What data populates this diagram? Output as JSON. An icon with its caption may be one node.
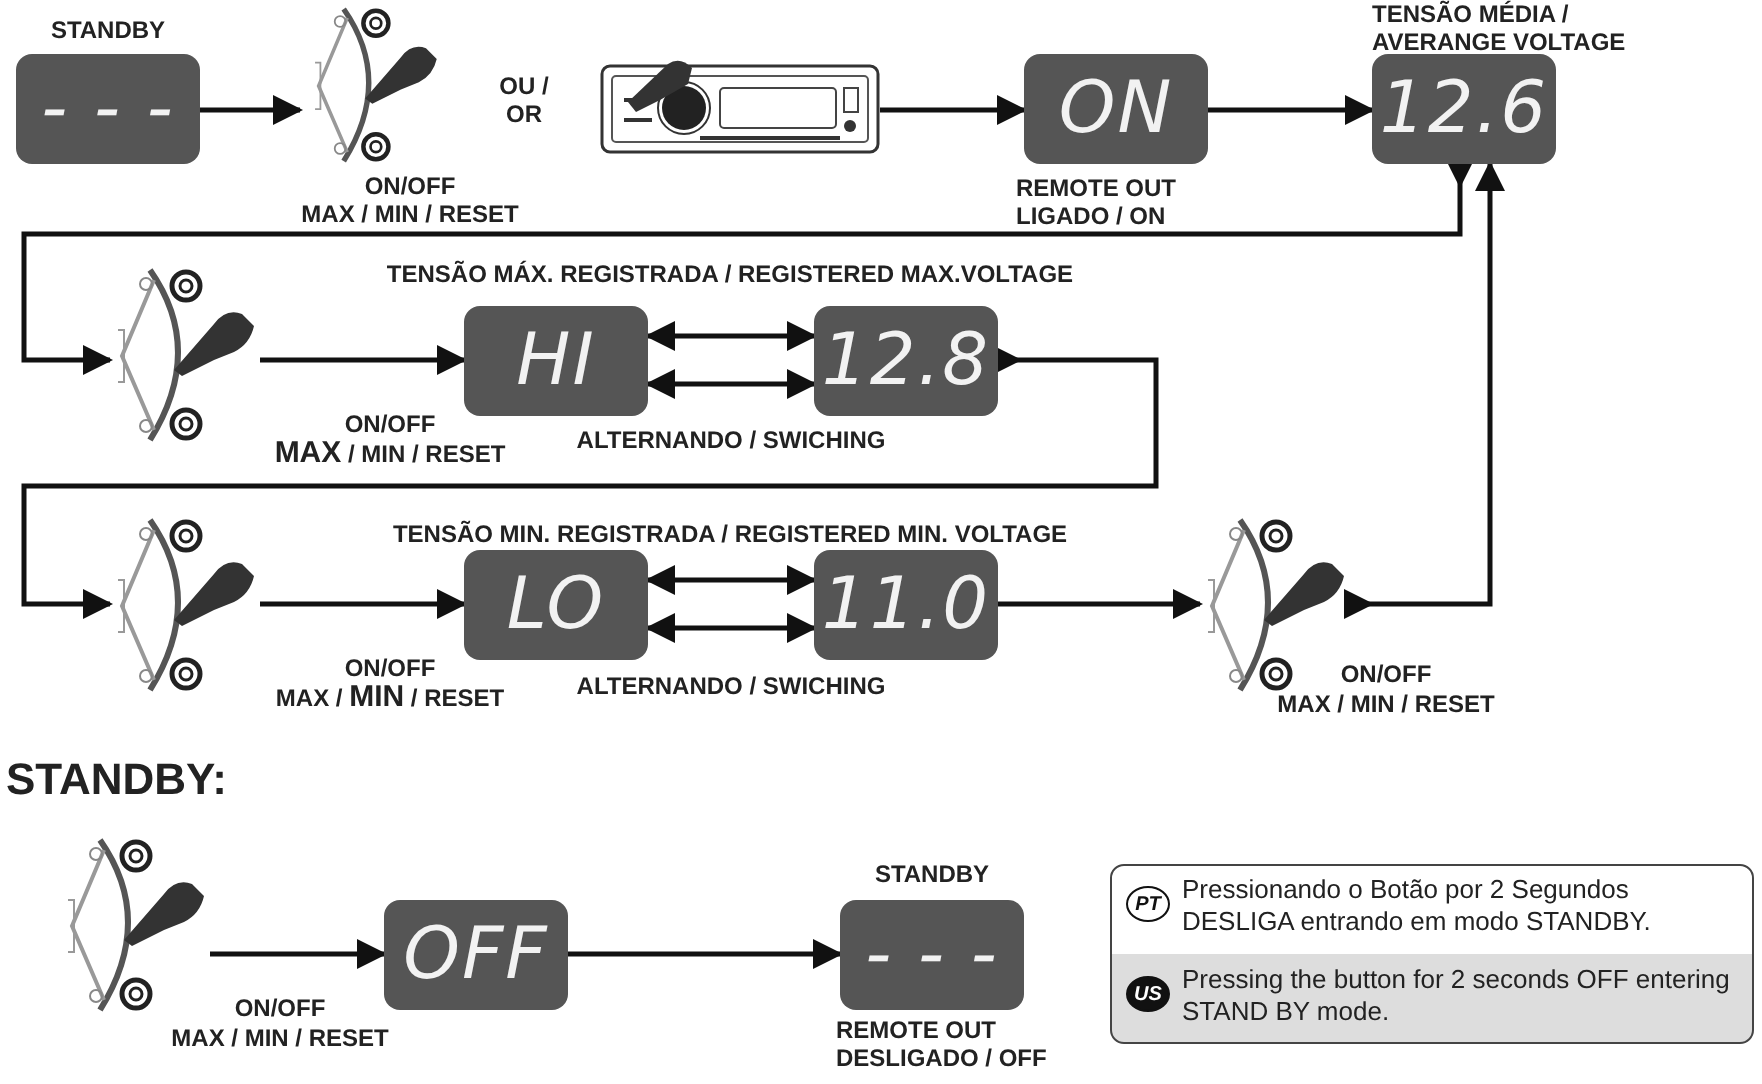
{
  "diagram": {
    "nodes": [
      {
        "text": [
          "- - -"
        ],
        "beside": [
          "STANDBY"
        ]
      },
      {
        "text": [],
        "shape": "picture",
        "beside": [
          "ON/OFF",
          "MAX / MIN / RESET"
        ]
      },
      {
        "text": [],
        "shape": "picture"
      },
      {
        "text": [
          "ON"
        ],
        "beside": [
          "REMOTE OUT LIGADO / ON"
        ]
      },
      {
        "text": [
          "12.6"
        ],
        "beside": [
          "TENSÃO MÉDIA / AVERANGE VOLTAGE"
        ]
      },
      {
        "text": [],
        "shape": "picture",
        "beside": [
          "ON/OFF",
          "**MAX** / MIN / RESET"
        ]
      },
      {
        "text": [
          "HI"
        ]
      },
      {
        "text": [
          "12.8"
        ]
      },
      {
        "text": [],
        "shape": "picture",
        "beside": [
          "ON/OFF",
          "MAX / **MIN** / RESET"
        ]
      },
      {
        "text": [
          "LO"
        ]
      },
      {
        "text": [
          "11.0"
        ]
      },
      {
        "text": [],
        "shape": "picture",
        "beside": [
          "ON/OFF",
          "MAX / MIN / RESET"
        ]
      },
      {
        "text": [],
        "shape": "picture",
        "beside": [
          "ON/OFF",
          "MAX / MIN / RESET"
        ]
      },
      {
        "text": [
          "OFF"
        ]
      },
      {
        "text": [
          "- - -"
        ],
        "beside": [
          "STANDBY",
          "REMOTE OUT DESLIGADO / OFF"
        ]
      },
      {
        "text": [
          "Pressionando o Botão por 2 Segundos DESLIGA entrando em modo STANDBY.",
          "Pressing the button for 2 seconds OFF entering STAND  BY mode."
        ]
      },
      {
        "text": [
          "PT"
        ],
        "in": 15
      },
      {
        "text": [
          "US"
        ],
        "in": 15
      }
    ],
    "edges": [
      {
        "from": 0,
        "to": 1,
        "arrow": "to"
      },
      {
        "from": 2,
        "to": 3,
        "arrow": "to"
      },
      {
        "from": 3,
        "to": 4,
        "arrow": "to"
      },
      {
        "from": 4,
        "to": 5,
        "arrow": "to"
      },
      {
        "from": 5,
        "to": 6,
        "arrow": "to"
      },
      {
        "from": 6,
        "to": 7,
        "arrow": "both"
      },
      {
        "from": 6,
        "to": 7,
        "arrow": "both"
      },
      {
        "from": 7,
        "to": 8,
        "arrow": "to"
      },
      {
        "from": 8,
        "to": 9,
        "arrow": "to"
      },
      {
        "from": 9,
        "to": 10,
        "arrow": "both"
      },
      {
        "from": 9,
        "to": 10,
        "arrow": "both"
      },
      {
        "from": 10,
        "to": 11,
        "arrow": "to"
      },
      {
        "from": 11,
        "to": 4,
        "arrow": "to"
      },
      {
        "from": 12,
        "to": 13,
        "arrow": "to"
      },
      {
        "from": 13,
        "to": 14,
        "arrow": "to"
      }
    ],
    "labels": [
      "OU / OR",
      "TENSÃO MÁX. REGISTRADA / REGISTERED MAX.VOLTAGE",
      "ALTERNANDO / SWICHING",
      "TENSÃO MIN. REGISTRADA / REGISTERED MIN. VOLTAGE",
      "ALTERNANDO / SWICHING",
      "STANDBY:"
    ]
  }
}
